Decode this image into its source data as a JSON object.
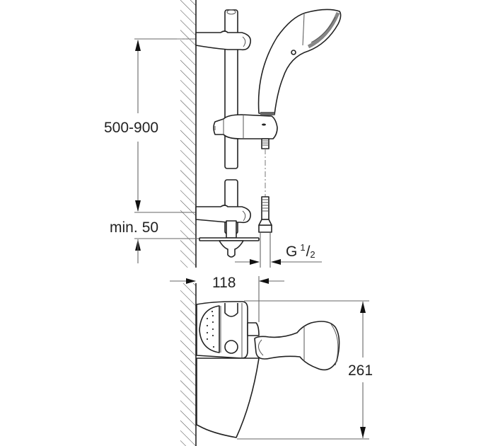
{
  "diagram": {
    "subject": "Shower rail set installation dimensions",
    "views": [
      "side-elevation",
      "top-plan"
    ],
    "dimensions": {
      "rail_bracket_spacing": "500-900",
      "min_clearance_label": "min.",
      "min_clearance_value": "50",
      "thread_label": "G",
      "thread_fraction_num": "1",
      "thread_fraction_den": "2",
      "projection": "118",
      "height": "261"
    },
    "components": [
      "wall",
      "slide-rail",
      "upper-wall-bracket",
      "lower-wall-bracket",
      "sliding-holder",
      "hand-shower",
      "hose-connector",
      "soap-dish",
      "plan-view-holder"
    ],
    "colors": {
      "line": "#222222",
      "dimension": "#666666",
      "background": "#ffffff"
    }
  }
}
